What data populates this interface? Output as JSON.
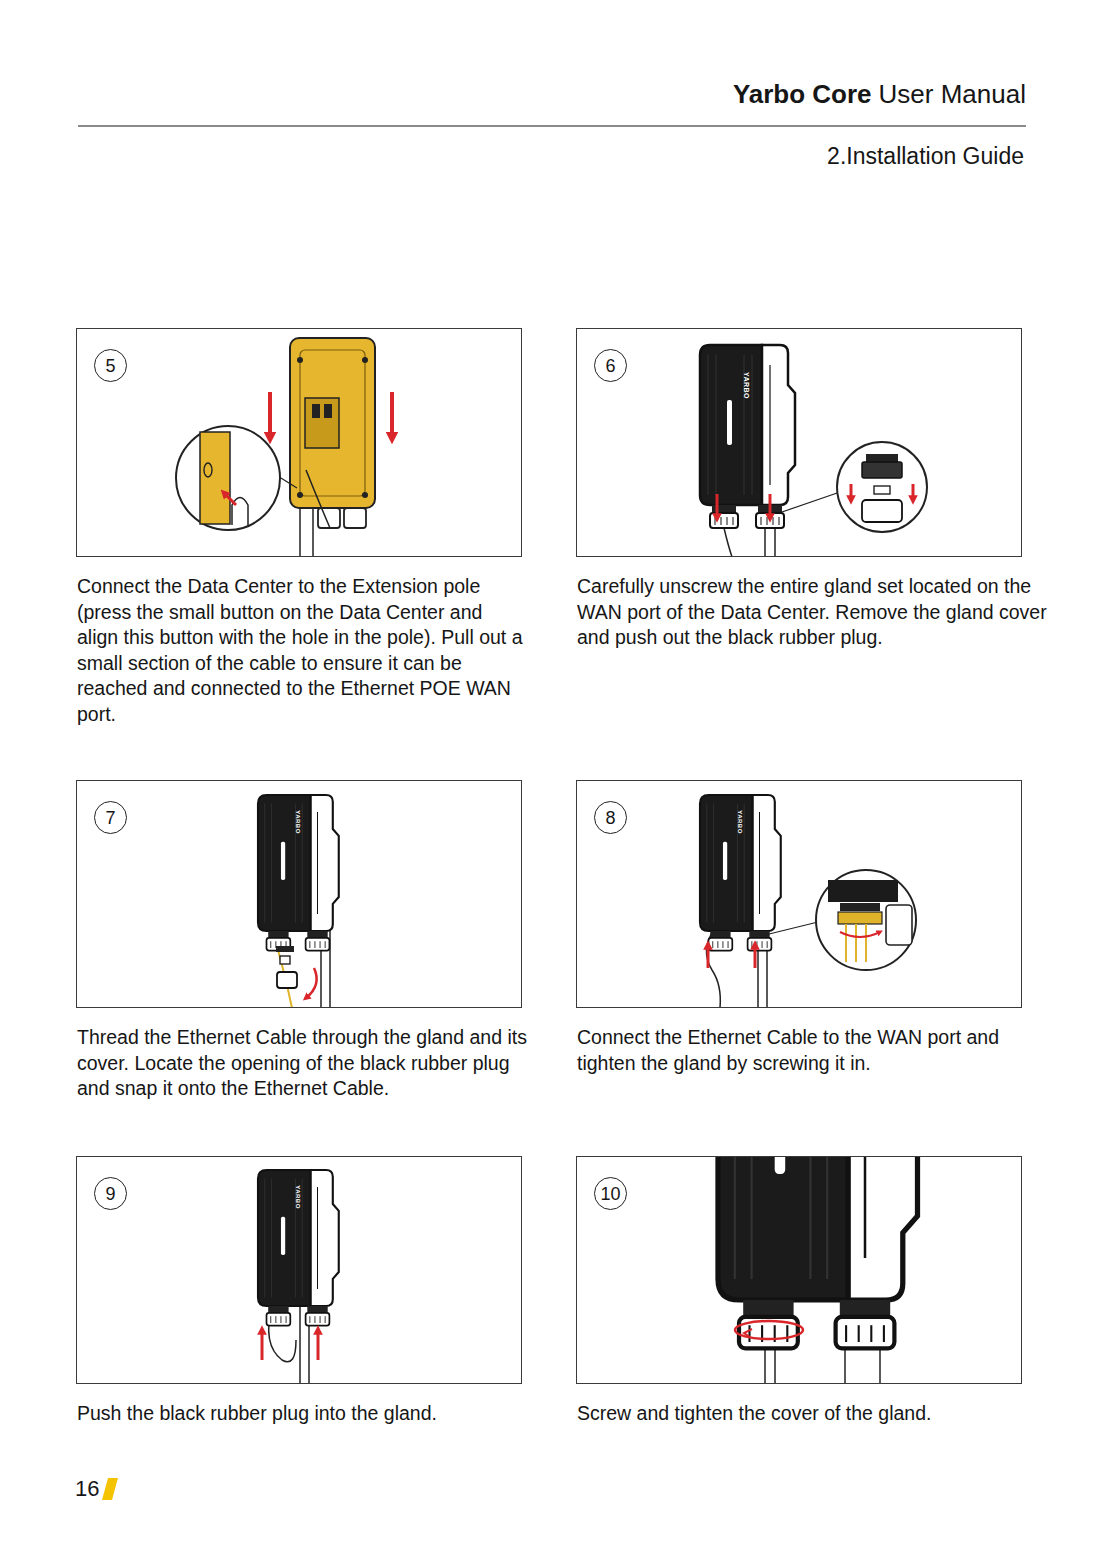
{
  "diagram": {
    "nodes": [
      {
        "text": [
          "Connect the Data Center to the Extension pole (press the small button on the Data Center and align this button with the hole in the pole). Pull out a small section of the cable to ensure it can be reached and connected to the Ethernet POE WAN port."
        ]
      },
      {
        "text": [
          "5"
        ],
        "in": 0
      },
      {
        "text": [
          "Carefully unscrew the entire gland set located on the WAN port of the Data Center. Remove the gland cover and push out the black rubber plug."
        ]
      },
      {
        "text": [
          "6"
        ],
        "in": 2
      },
      {
        "text": [
          "Thread the Ethernet Cable through the gland and its cover. Locate the opening of the black rubber plug and snap it onto the Ethernet Cable."
        ]
      },
      {
        "text": [
          "7"
        ],
        "in": 4
      },
      {
        "text": [
          "Connect the Ethernet Cable to the WAN port and tighten the gland by screwing it in."
        ]
      },
      {
        "text": [
          "8"
        ],
        "in": 6
      },
      {
        "text": [
          "Push the black rubber plug into the gland."
        ]
      },
      {
        "text": [
          "9"
        ],
        "in": 8
      },
      {
        "text": [
          "Screw and tighten the cover of the gland."
        ]
      },
      {
        "text": [
          "10"
        ],
        "in": 10
      }
    ],
    "labels": [
      "Yarbo Core",
      "User Manual",
      "2.Installation Guide",
      "YARBO",
      "YARBO",
      "YARBO",
      "YARBO",
      "16"
    ]
  }
}
